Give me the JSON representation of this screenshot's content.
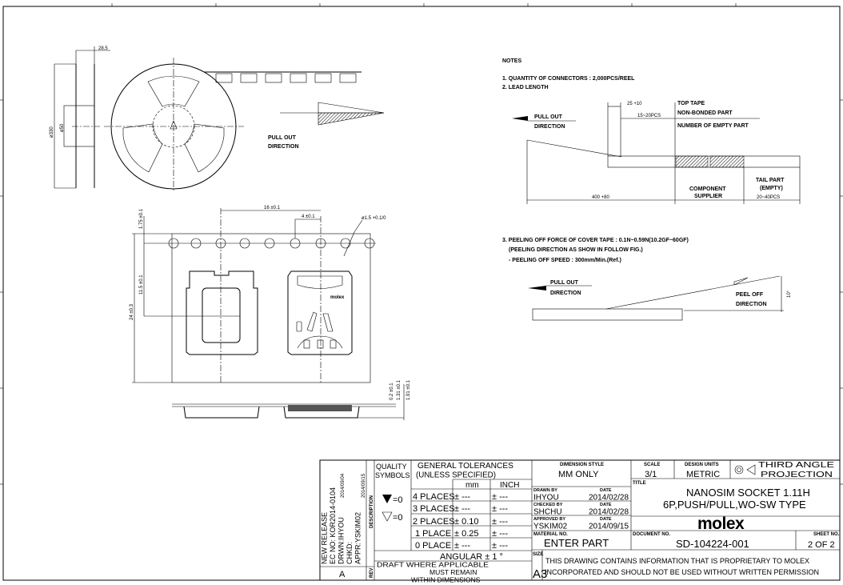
{
  "reel": {
    "width_dim": "28.5",
    "outer_dia": "ø330",
    "hub_dia": "ø50",
    "pull_out_1": "PULL OUT",
    "pull_out_2": "DIRECTION"
  },
  "tape": {
    "pitch_16": "16 ±0.1",
    "pitch_4": "4 ±0.1",
    "hole_dia": "ø1.5 +0.1/0",
    "edge_175": "1.75 ±0.1",
    "center_115": "11.5 ±0.1",
    "width_24": "24 ±0.3",
    "thick_02": "0.2 ±0.1",
    "thick_131": "1.31 ±0.1",
    "thick_191": "1.91 ±0.1",
    "logo": "molex"
  },
  "notes": {
    "title": "NOTES",
    "n1": "1. QUANTITY OF CONNECTORS :   2,000PCS/REEL",
    "n2": "2. LEAD LENGTH",
    "lead": {
      "pull_out_1": "PULL OUT",
      "pull_out_2": "DIRECTION",
      "dim_25": "25 +10",
      "pcs_15_20": "15~20PCS",
      "top_tape": "TOP TAPE",
      "non_bonded": "NON-BONDED PART",
      "empty_part": "NUMBER OF EMPTY PART",
      "dim_400": "400 +80",
      "component_1": "COMPONENT",
      "component_2": "SUPPLIER",
      "tail_1": "TAIL PART",
      "tail_2": "(EMPTY)",
      "tail_3": "20~40PCS"
    },
    "n3a": "3. PEELING OFF FORCE OF COVER TAPE : 0.1N~0.59N(10.2GF~60GF)",
    "n3b": "(PEELING DIRECTION AS SHOW IN FOLLOW FIG.)",
    "n3c": "- PEELING OFF SPEED : 300mm/Min.(Ref.)",
    "peel": {
      "pull_out_1": "PULL OUT",
      "pull_out_2": "DIRECTION",
      "peel_1": "PEEL OFF",
      "peel_2": "DIRECTION",
      "angle": "10°"
    }
  },
  "title_block": {
    "rev": {
      "desc_1": "NEW RELEASE",
      "desc_2": "EC NO: KOR2014-0104",
      "desc_3": "DRWN:IHYOU",
      "desc_4": "CHKD:",
      "desc_5": "APPR:YSKIM02",
      "date_1": "2014/09/04",
      "date_2": "2014/09/15",
      "rev": "A",
      "description_label": "DESCRIPTION",
      "rev_label": "REV"
    },
    "quality_1": "QUALITY",
    "quality_2": "SYMBOLS",
    "q_sym_1": "=0",
    "q_sym_2": "=0",
    "gen_tol_1": "GENERAL TOLERANCES",
    "gen_tol_2": "(UNLESS SPECIFIED)",
    "col_mm": "mm",
    "col_inch": "INCH",
    "tolerances": [
      {
        "label": "4 PLACES",
        "mm": "± ---",
        "inch": "± ---"
      },
      {
        "label": "3 PLACES",
        "mm": "± ---",
        "inch": "± ---"
      },
      {
        "label": "2 PLACES",
        "mm": "± 0.10",
        "inch": "± ---"
      },
      {
        "label": "1 PLACE",
        "mm": "± 0.25",
        "inch": "± ---"
      },
      {
        "label": "0 PLACE",
        "mm": "± ---",
        "inch": "± ---"
      }
    ],
    "angular": "ANGULAR ± 1 °",
    "draft_1": "DRAFT WHERE APPLICABLE",
    "draft_2": "MUST REMAIN",
    "draft_3": "WITHIN DIMENSIONS",
    "dim_style_label": "DIMENSION STYLE",
    "dim_style": "MM ONLY",
    "drawn_by_label": "DRAWN BY",
    "drawn_by": "IHYOU",
    "drawn_date": "2014/02/28",
    "checked_by_label": "CHECKED BY",
    "checked_by": "SHCHU",
    "checked_date": "2014/02/28",
    "approved_by_label": "APPROVED BY",
    "approved_by": "YSKIM02",
    "approved_date": "2014/09/15",
    "date_label": "DATE",
    "material_label": "MATERIAL NO.",
    "material": "ENTER PART",
    "size_label": "SIZE",
    "size": "A3",
    "scale_label": "SCALE",
    "scale": "3/1",
    "units_label": "DESIGN UNITS",
    "units": "METRIC",
    "projection_1": "THIRD ANGLE",
    "projection_2": "PROJECTION",
    "title_label": "TITLE",
    "title_1": "NANOSIM SOCKET 1.11H",
    "title_2": "6P,PUSH/PULL,WO-SW TYPE",
    "logo": "molex",
    "doc_label": "DOCUMENT NO.",
    "doc_no": "SD-104224-001",
    "sheet_label": "SHEET NO.",
    "sheet": "2 OF 2",
    "proprietary_1": "THIS DRAWING CONTAINS INFORMATION THAT IS PROPRIETARY TO MOLEX",
    "proprietary_2": "INCORPORATED AND SHOULD NOT BE USED WITHOUT WRITTEN PERMISSION"
  }
}
